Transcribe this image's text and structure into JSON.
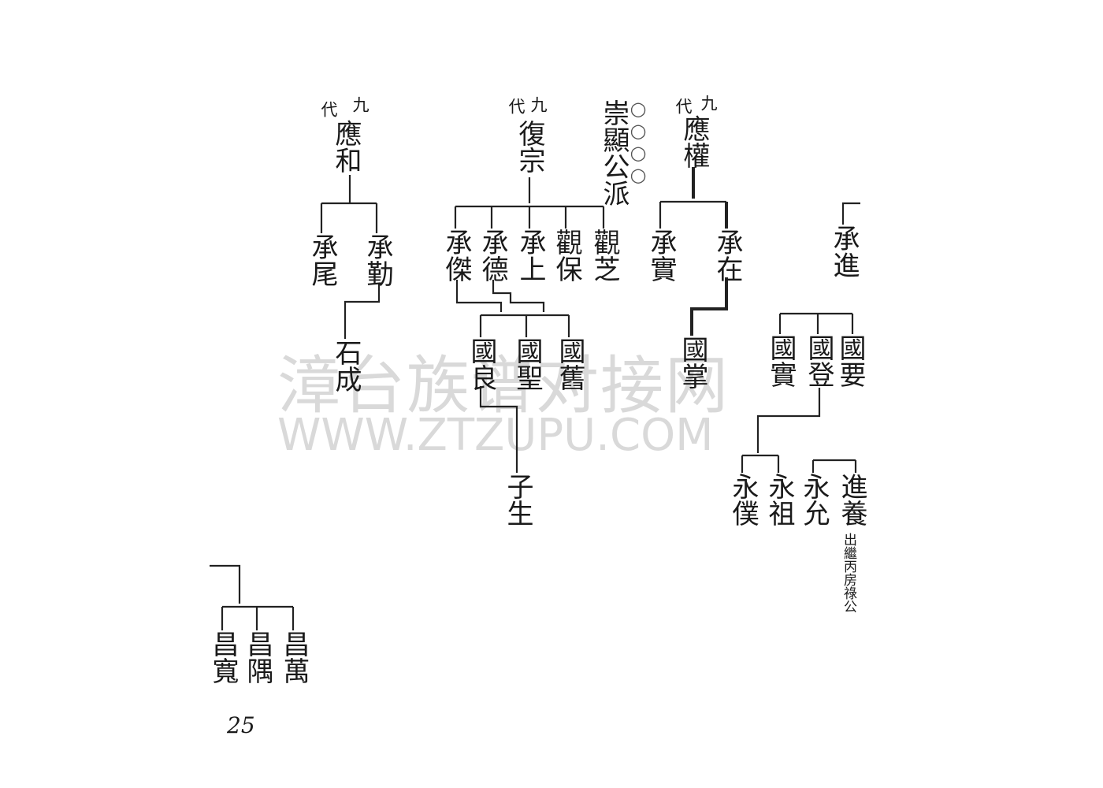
{
  "watermark": {
    "cn": "漳台族谱对接网",
    "en": "WWW.ZTZUPU.COM"
  },
  "page_number": "25",
  "header_ying_he": {
    "gen": "九",
    "label": "代",
    "name": "應和"
  },
  "header_fu_zong": {
    "gen": "九",
    "label": "代",
    "name": "復宗"
  },
  "branch_title": "崇顯公派",
  "header_ying_quan": {
    "gen": "九",
    "label": "代",
    "name": "應權"
  },
  "names": {
    "cheng_wei": "承尾",
    "cheng_qin": "承勤",
    "shi_cheng": "石成",
    "cheng_jie": "承傑",
    "cheng_de": "承德",
    "cheng_shang": "承上",
    "guan_bao": "觀保",
    "guan_zhi": "觀芝",
    "guo_liang": "國良",
    "guo_sheng": "國聖",
    "guo_jiu": "國舊",
    "zi_sheng": "子生",
    "cheng_shi": "承實",
    "cheng_zai": "承在",
    "guo_zhang": "國掌",
    "cheng_jin": "承進",
    "guo_shi": "國實",
    "guo_deng": "國登",
    "guo_yao": "國要",
    "yong_pu": "永僕",
    "yong_zu": "永祖",
    "yong_yun": "永允",
    "jin_yang": "進養",
    "chang_kuan": "昌寬",
    "chang_ou": "昌隅",
    "chang_wan": "昌萬"
  },
  "note_jin_yang": "出繼丙房祿公"
}
